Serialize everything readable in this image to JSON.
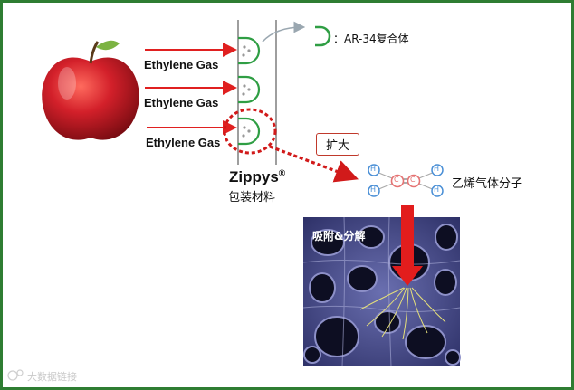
{
  "diagram": {
    "gas_labels": [
      "Ethylene Gas",
      "Ethylene Gas",
      "Ethylene Gas"
    ],
    "brand": "Zippys",
    "brand_mark": "®",
    "brand_sub": "包装材料",
    "legend_text": "：AR-34复合体",
    "expand_label": "扩大",
    "molecule_label": "乙烯气体分子",
    "molecule_atoms": [
      "H",
      "H",
      "C",
      "C",
      "H",
      "H"
    ],
    "micro_label": "吸附&分解",
    "watermark": "大数据链接",
    "colors": {
      "frame": "#2e7d32",
      "arrow": "#e02020",
      "dotted": "#d11a1a",
      "pocket": "#2f9e44",
      "atom_c": "#e57373",
      "atom_h": "#4a8fd6",
      "micro": "#4b4e8a"
    }
  }
}
